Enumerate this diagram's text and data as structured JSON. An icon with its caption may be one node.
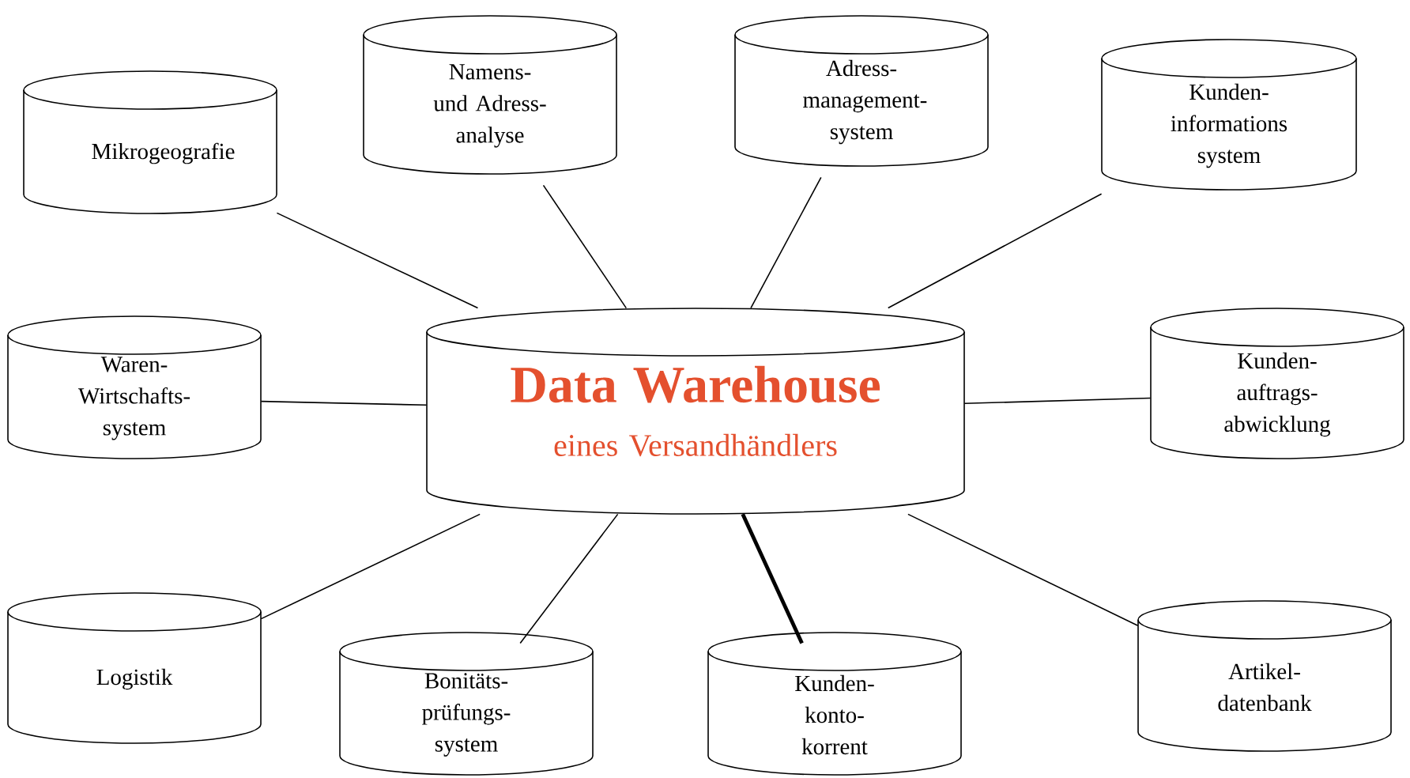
{
  "diagram": {
    "nodes": [
      {
        "text": [
          "Data Warehouse",
          "eines Versandhändlers"
        ]
      },
      {
        "text": [
          "Mikrogeografie"
        ]
      },
      {
        "text": [
          "Namens- und Adress- analyse"
        ]
      },
      {
        "text": [
          "Adress- management- system"
        ]
      },
      {
        "text": [
          "Kunden- informations system"
        ]
      },
      {
        "text": [
          "Waren- Wirtschafts- system"
        ]
      },
      {
        "text": [
          "Kunden- auftrags- abwicklung"
        ]
      },
      {
        "text": [
          "Logistik"
        ]
      },
      {
        "text": [
          "Bonitäts- prüfungs- system"
        ]
      },
      {
        "text": [
          "Kunden- konto- korrent"
        ]
      },
      {
        "text": [
          "Artikel- datenbank"
        ]
      }
    ],
    "edges": [
      {
        "from": 0,
        "to": 1,
        "arrow": "none"
      },
      {
        "from": 0,
        "to": 2,
        "arrow": "none"
      },
      {
        "from": 0,
        "to": 3,
        "arrow": "none"
      },
      {
        "from": 0,
        "to": 4,
        "arrow": "none"
      },
      {
        "from": 0,
        "to": 5,
        "arrow": "none"
      },
      {
        "from": 0,
        "to": 6,
        "arrow": "none"
      },
      {
        "from": 0,
        "to": 7,
        "arrow": "none"
      },
      {
        "from": 0,
        "to": 8,
        "arrow": "none"
      },
      {
        "from": 0,
        "to": 9,
        "arrow": "none",
        "style": "thick"
      },
      {
        "from": 0,
        "to": 10,
        "arrow": "none"
      }
    ]
  }
}
